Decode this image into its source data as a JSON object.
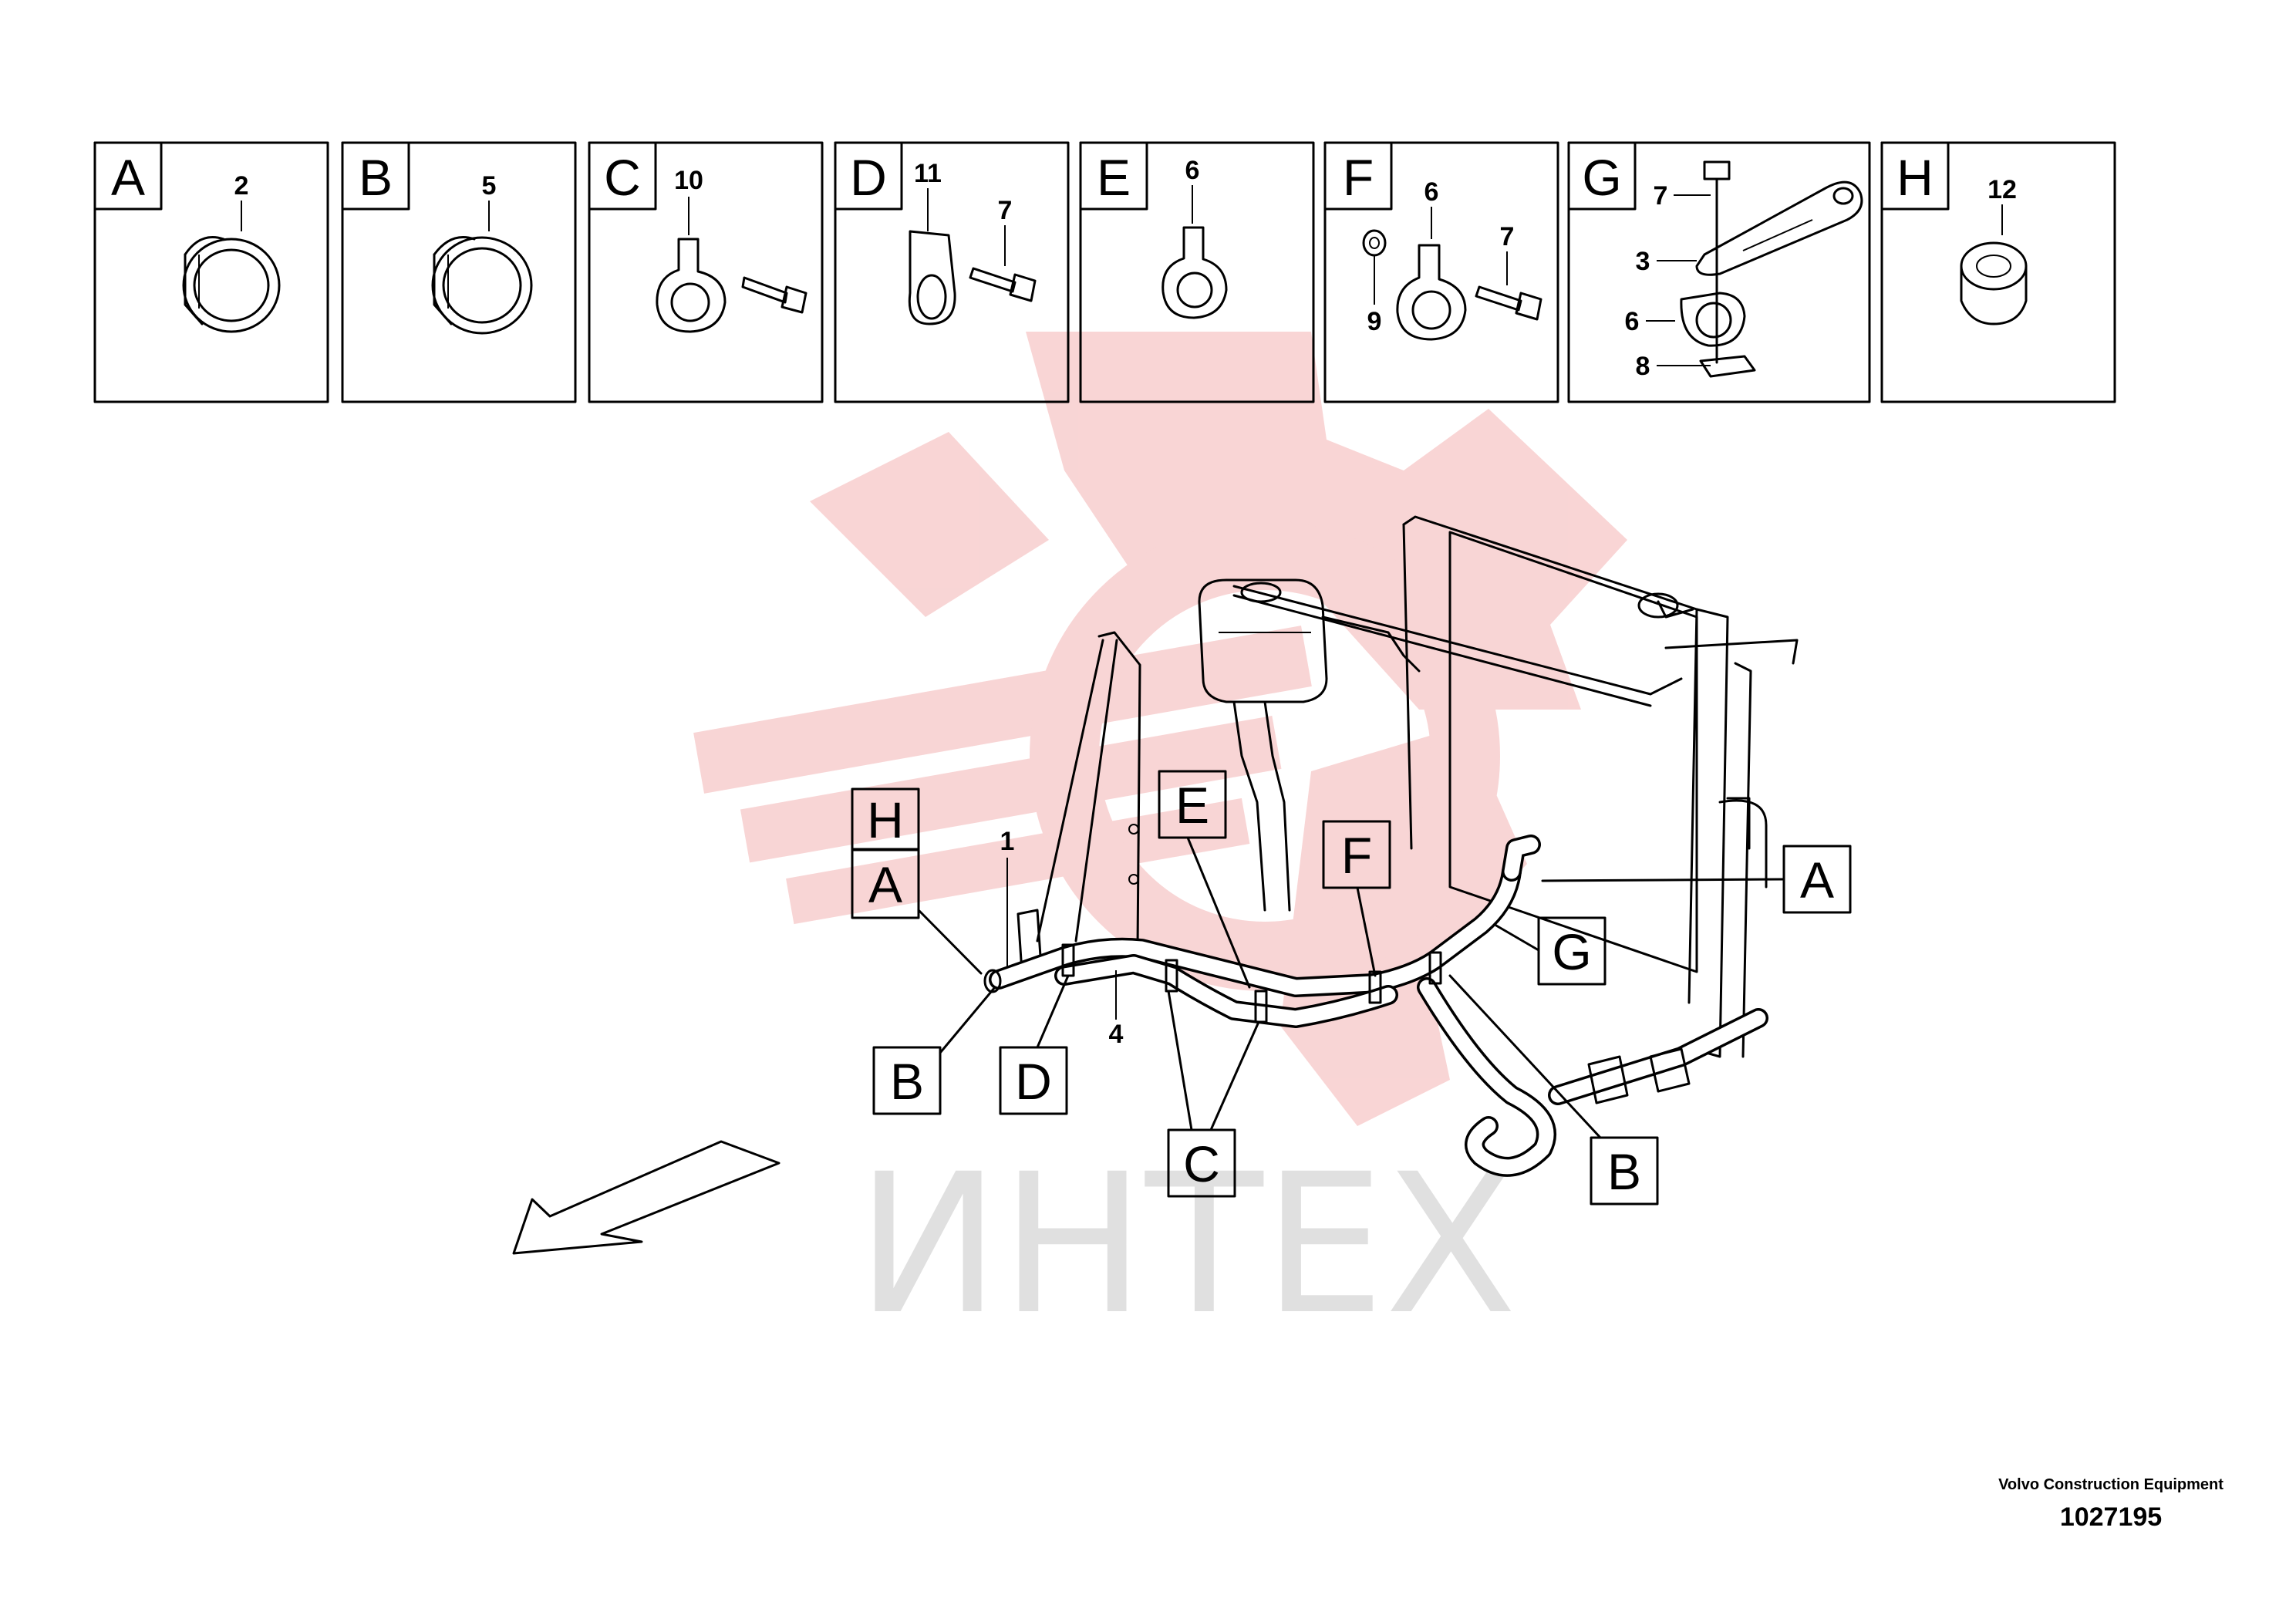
{
  "diagram": {
    "panels": [
      {
        "letter": "A",
        "callouts": [
          "2"
        ]
      },
      {
        "letter": "B",
        "callouts": [
          "5"
        ]
      },
      {
        "letter": "C",
        "callouts": [
          "10"
        ]
      },
      {
        "letter": "D",
        "callouts": [
          "11",
          "7"
        ]
      },
      {
        "letter": "E",
        "callouts": [
          "6"
        ]
      },
      {
        "letter": "F",
        "callouts": [
          "6",
          "7",
          "9"
        ]
      },
      {
        "letter": "G",
        "callouts": [
          "7",
          "3",
          "6",
          "8"
        ]
      },
      {
        "letter": "H",
        "callouts": [
          "12"
        ]
      }
    ],
    "main_labels": [
      "H",
      "A",
      "B",
      "D",
      "E",
      "F",
      "C",
      "G",
      "A",
      "B"
    ],
    "part_numbers": [
      "1",
      "4"
    ],
    "watermark": "ИНТЕХ"
  },
  "footer": {
    "brand": "Volvo Construction Equipment",
    "drawing_number": "1027195"
  },
  "colors": {
    "line": "#000000",
    "watermark_red": "#f4b3b3",
    "watermark_gray": "#c8c8c8"
  }
}
